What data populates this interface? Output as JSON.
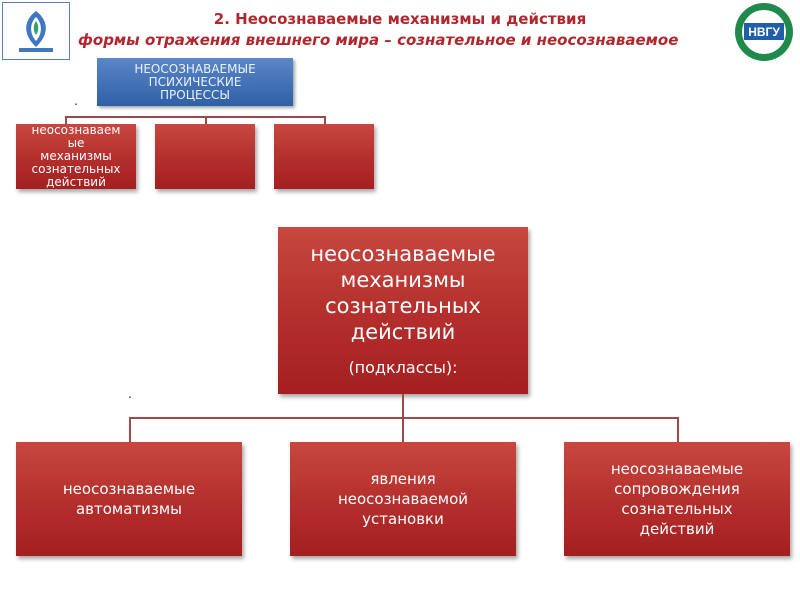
{
  "header": {
    "title": "2. Неосознаваемые механизмы и действия",
    "subtitle": "формы отражения внешнего мира – сознательное и неосознаваемое",
    "right_logo_text": "НВГУ"
  },
  "small_diagram": {
    "root_lines": [
      "НЕОСОЗНАВАЕМЫЕ",
      "ПСИХИЧЕСКИЕ",
      "ПРОЦЕССЫ"
    ],
    "child1_lines": [
      "неосознаваем",
      "ые",
      "механизмы",
      "сознательных",
      "действий"
    ]
  },
  "main_diagram": {
    "root_lines": [
      "неосознаваемые",
      "механизмы",
      "сознательных",
      "действий"
    ],
    "root_sub": "(подклассы):",
    "children": [
      {
        "lines": [
          "неосознаваемые",
          "автоматизмы"
        ]
      },
      {
        "lines": [
          "явления",
          "неосознаваемой",
          "установки"
        ]
      },
      {
        "lines": [
          "неосознаваемые",
          "сопровождения",
          "сознательных",
          "действий"
        ]
      }
    ]
  },
  "colors": {
    "accent_red": "#b0282d",
    "box_blue": "#2f5fa6",
    "connector": "#9a4a4a"
  },
  "markers": {
    "dot": "."
  }
}
